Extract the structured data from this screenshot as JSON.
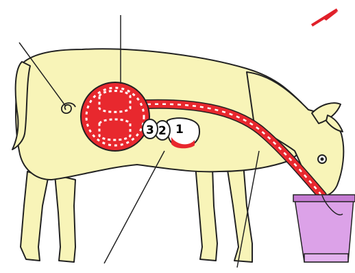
{
  "diagram": {
    "labels": {
      "stomach_1": "1",
      "stomach_2": "2",
      "stomach_3": "3"
    }
  },
  "colors": {
    "body": "#f8f4b8",
    "outline": "#222222",
    "organ": "#e8282e",
    "organ_dots": "#ffffff",
    "bucket": "#dca2e8",
    "bucket_rim": "#c57bd3",
    "arrow": "#e0202a"
  },
  "icons": {
    "direction_arrow": "arrow-icon"
  }
}
